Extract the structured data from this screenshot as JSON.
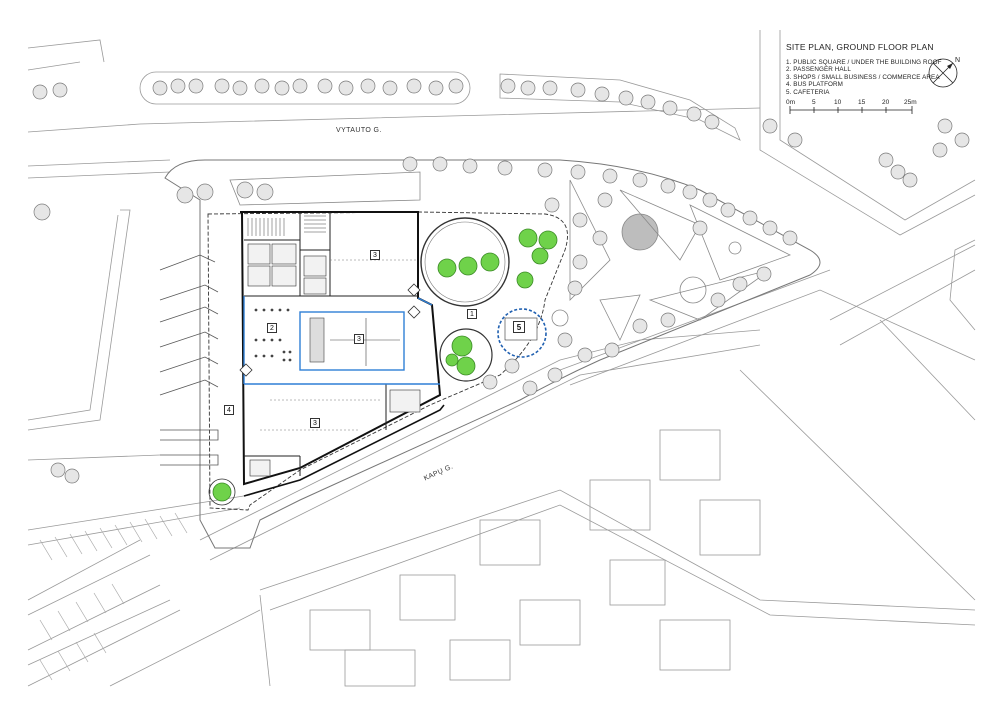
{
  "legend": {
    "title": "SITE PLAN, GROUND FLOOR PLAN",
    "items": [
      "1. PUBLIC SQUARE / UNDER THE BUILDING ROOF",
      "2. PASSENGER HALL",
      "3. SHOPS / SMALL BUSINESS / COMMERCE AREA",
      "4. BUS PLATFORM",
      "5. CAFETERIA"
    ]
  },
  "scale_bar": {
    "labels": [
      "0m",
      "5",
      "10",
      "15",
      "20",
      "25m"
    ]
  },
  "streets": {
    "north": "VYTAUTO G.",
    "south": "KAPŲ G."
  },
  "zone_numbers": {
    "square": "1",
    "hall": "2",
    "shop_a": "3",
    "shop_b": "3",
    "shop_c": "3",
    "platform": "4",
    "cafe": "5"
  },
  "icons": {
    "north_arrow": "north-arrow-icon",
    "tree": "tree-icon"
  },
  "colors": {
    "tree_green": "#6fd24a",
    "glass_blue": "#2f7fd6",
    "lines": "#9a9a9a",
    "walls": "#111111"
  }
}
